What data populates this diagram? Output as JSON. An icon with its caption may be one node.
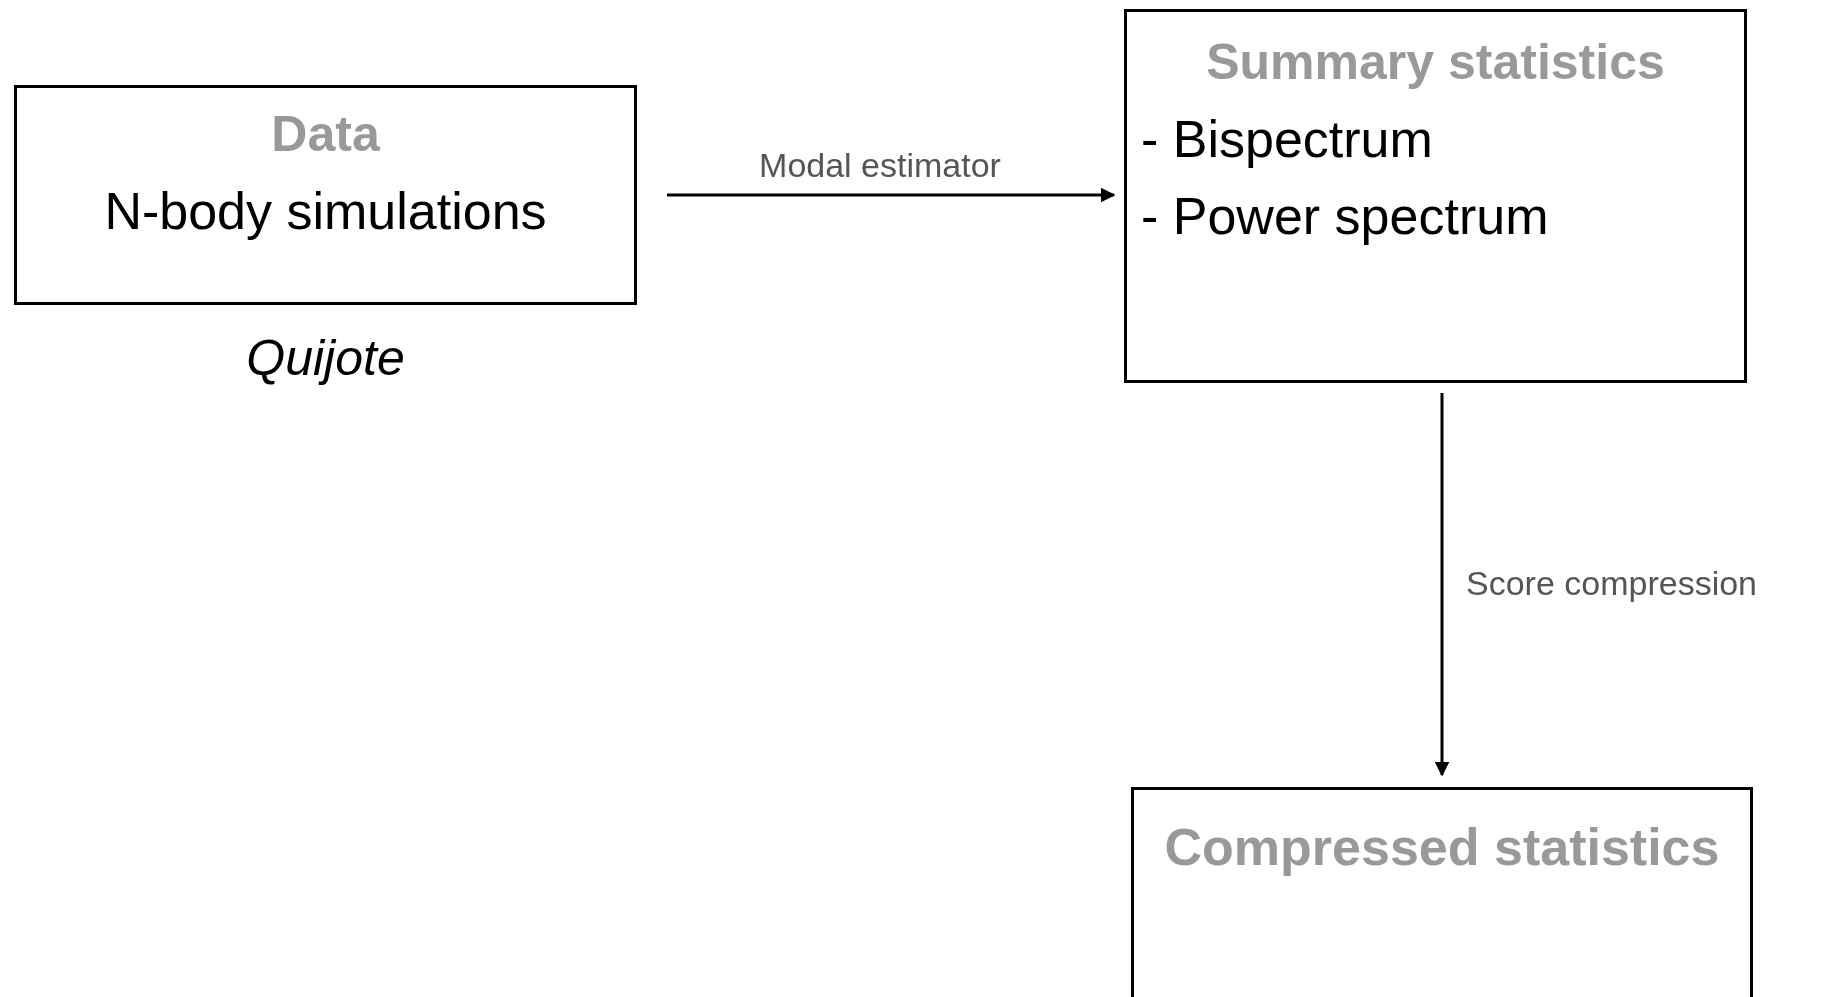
{
  "diagram": {
    "nodes": [
      {
        "text": [
          "Data",
          "N-body simulations"
        ],
        "beside": [
          "Quijote"
        ]
      },
      {
        "text": [
          "Summary statistics",
          "- Bispectrum",
          "- Power spectrum"
        ]
      },
      {
        "text": [
          "Compressed statistics"
        ]
      }
    ],
    "edges": [
      {
        "from": 0,
        "to": 1,
        "arrow": "to",
        "label": "Modal estimator"
      },
      {
        "from": 1,
        "to": 2,
        "arrow": "to",
        "label": "Score compression"
      }
    ]
  }
}
